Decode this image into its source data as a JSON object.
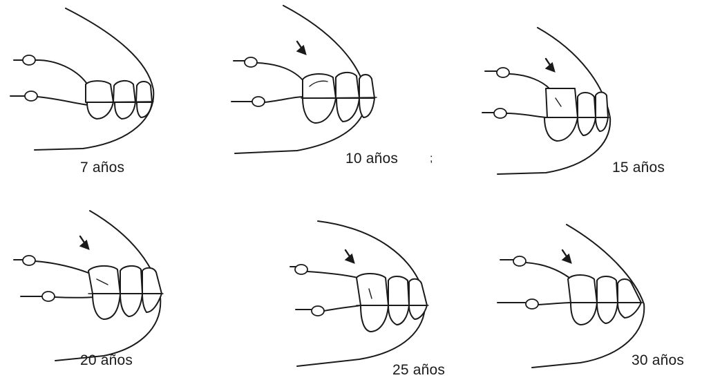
{
  "panels": [
    {
      "label": "7 años"
    },
    {
      "label": "10 años"
    },
    {
      "label": "15 años"
    },
    {
      "label": "20 años"
    },
    {
      "label": "25 años"
    },
    {
      "label": "30 años"
    }
  ],
  "colors": {
    "ink": "#1a1a1a",
    "background": "#ffffff"
  },
  "marker_icon": "arrow-down-right-icon"
}
